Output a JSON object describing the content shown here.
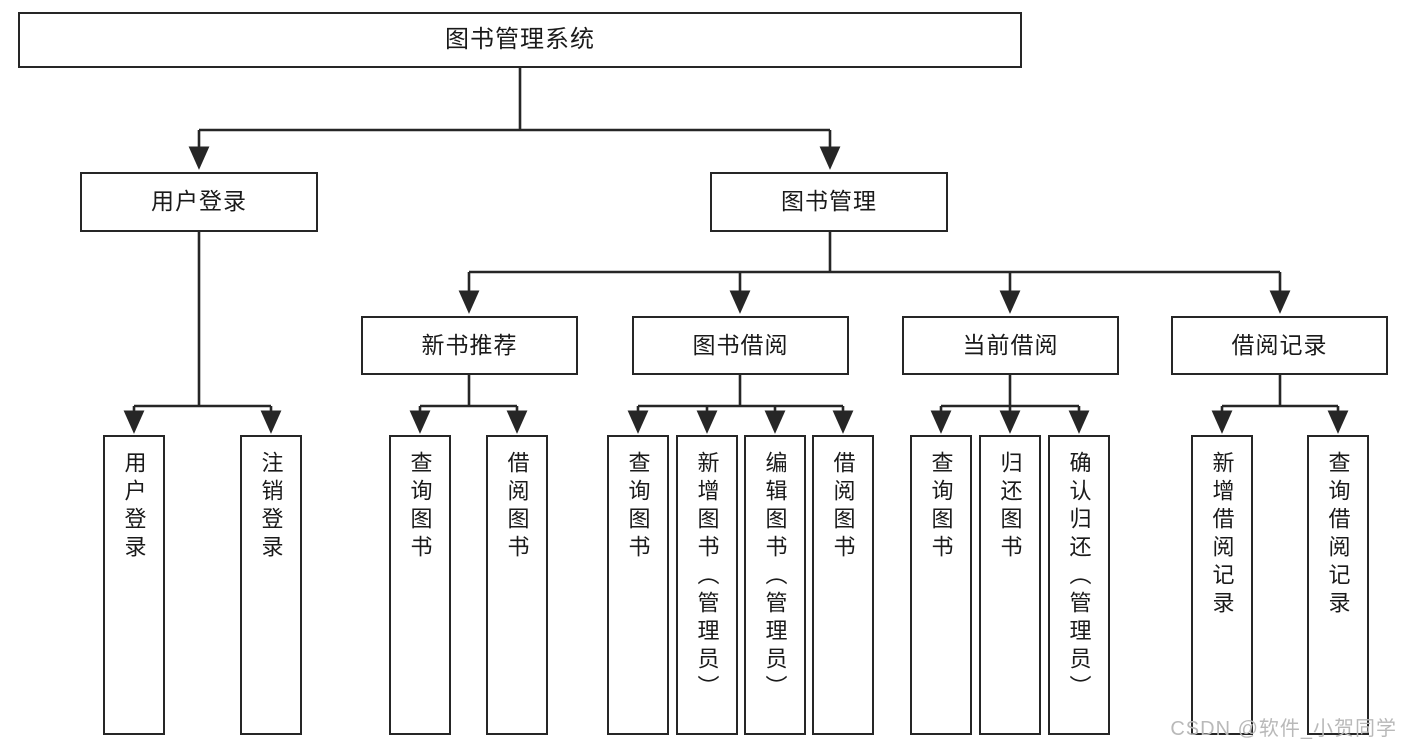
{
  "diagram": {
    "title": "图书管理系统",
    "type": "tree-hierarchy",
    "orientation": "top-down",
    "colors": {
      "box_border": "#262626",
      "box_fill": "#ffffff",
      "connector": "#262626",
      "text": "#1a1a1a",
      "watermark": "#b9b9b9",
      "background": "#ffffff"
    },
    "root": {
      "label": "图书管理系统"
    },
    "level2": [
      {
        "label": "用户登录"
      },
      {
        "label": "图书管理"
      }
    ],
    "level3": [
      {
        "label": "新书推荐"
      },
      {
        "label": "图书借阅"
      },
      {
        "label": "当前借阅"
      },
      {
        "label": "借阅记录"
      }
    ],
    "leaves": {
      "user_login": [
        {
          "label": "用户登录"
        },
        {
          "label": "注销登录"
        }
      ],
      "new_book_recommend": [
        {
          "label": "查询图书"
        },
        {
          "label": "借阅图书"
        }
      ],
      "book_borrow": [
        {
          "label": "查询图书"
        },
        {
          "label": "新增图书（管理员）"
        },
        {
          "label": "编辑图书（管理员）"
        },
        {
          "label": "借阅图书"
        }
      ],
      "current_borrow": [
        {
          "label": "查询图书"
        },
        {
          "label": "归还图书"
        },
        {
          "label": "确认归还（管理员）"
        }
      ],
      "borrow_record": [
        {
          "label": "新增借阅记录"
        },
        {
          "label": "查询借阅记录"
        }
      ]
    },
    "watermark": "CSDN @软件_小贺同学"
  }
}
